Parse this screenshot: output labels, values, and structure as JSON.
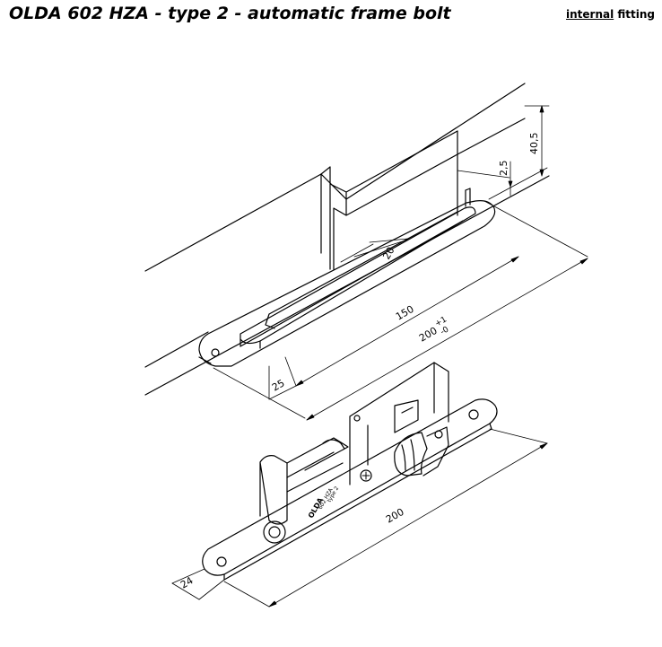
{
  "header": {
    "title": "OLDA 602 HZA - type 2 - automatic frame bolt",
    "fitting_keyword": "internal",
    "fitting_rest": " fitting"
  },
  "dimensions": {
    "frame_height": "40,5",
    "offset": "2,5",
    "slot_width": "20",
    "slot_length": "150",
    "mortise_length": "200",
    "mortise_tol_upper": "+1",
    "mortise_tol_lower": "-0",
    "end_distance": "25",
    "plate_length": "200",
    "plate_width": "24"
  },
  "plate_marking": {
    "line1": "602 HZA",
    "line2": "type 2",
    "logo": "OLDA"
  }
}
